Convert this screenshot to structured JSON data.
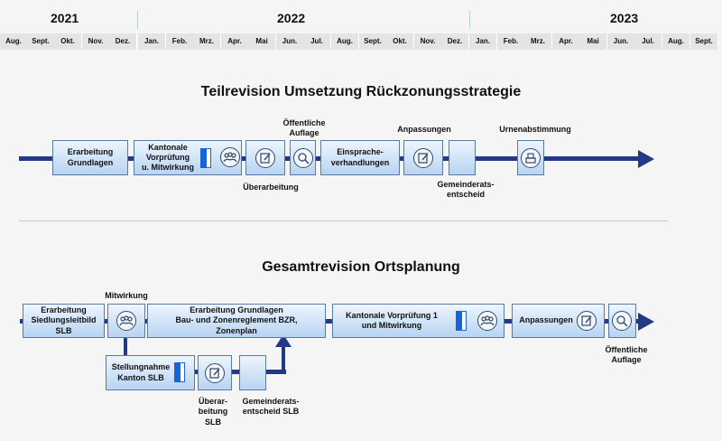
{
  "timeline": {
    "years": [
      "2021",
      "2022",
      "2023"
    ],
    "months": [
      "Aug.",
      "Sept.",
      "Okt.",
      "Nov.",
      "Dez.",
      "Jan.",
      "Feb.",
      "Mrz.",
      "Apr.",
      "Mai",
      "Jun.",
      "Jul.",
      "Aug.",
      "Sept.",
      "Okt.",
      "Nov.",
      "Dez.",
      "Jan.",
      "Feb.",
      "Mrz.",
      "Apr.",
      "Mai",
      "Jun.",
      "Jul.",
      "Aug.",
      "Sept."
    ]
  },
  "section1": {
    "title": "Teilrevision Umsetzung Rückzonungsstrategie",
    "box_grundlagen": "Erarbeitung\nGrundlagen",
    "box_vorpruefung": "Kantonale\nVorprüfung\nu. Mitwirkung",
    "box_einsprache": "Einsprache-\nverhandlungen",
    "label_ueberarbeitung": "Überarbeitung",
    "label_oeffentliche_auflage": "Öffentliche\nAuflage",
    "label_anpassungen": "Anpassungen",
    "label_gemeinderatsentscheid": "Gemeinderats-\nentscheid",
    "label_urnenabstimmung": "Urnenabstimmung"
  },
  "section2": {
    "title": "Gesamtrevision Ortsplanung",
    "box_siedlungsleitbild": "Erarbeitung\nSiedlungsleitbild\nSLB",
    "label_mitwirkung": "Mitwirkung",
    "box_grundlagen_bzr": "Erarbeitung Grundlagen\nBau- und Zonenreglement BZR,\nZonenplan",
    "box_vorpruefung1": "Kantonale Vorprüfung 1\nund Mitwirkung",
    "box_anpassungen": "Anpassungen",
    "label_oeffentliche_auflage": "Öffentliche\nAuflage",
    "box_stellungnahme": "Stellungnahme\nKanton SLB",
    "label_ueberarbeitung_slb": "Überar-\nbeitung\nSLB",
    "label_gemeinderatsentscheid_slb": "Gemeinderats-\nentscheid SLB"
  },
  "colors": {
    "arrow": "#223a86",
    "box_top": "#eef5fd",
    "box_bottom": "#b7d4f2",
    "marker_blue": "#1565d8"
  },
  "icons": [
    "group-icon",
    "edit-icon",
    "search-icon",
    "ballot-box-icon"
  ]
}
